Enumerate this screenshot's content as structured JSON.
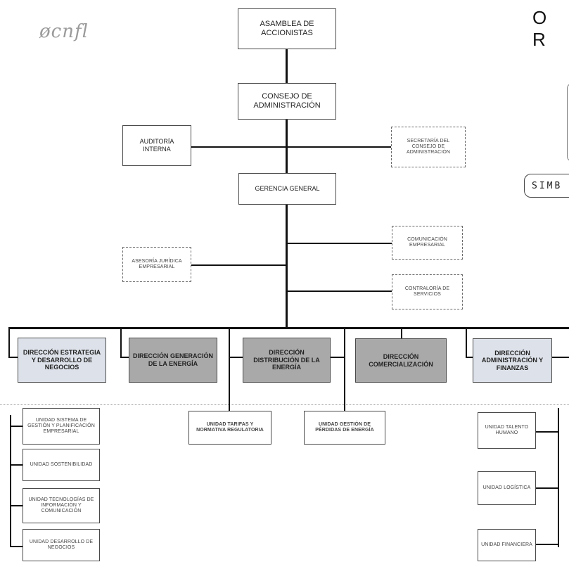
{
  "header": {
    "title_fragment": "O R",
    "logo_text": "øcnfl"
  },
  "legend": {
    "simbology_fragment": "SIMB"
  },
  "top": {
    "asamblea": "ASAMBLEA DE ACCIONISTAS",
    "consejo": "CONSEJO DE ADMINISTRACIÓN",
    "auditoria": "AUDITORÍA INTERNA",
    "secretaria": "SECRETARÍA DEL CONSEJO DE ADMINISTRACIÓN",
    "gerencia": "GERENCIA GENERAL",
    "asesoria": "ASESORÍA JURÍDICA EMPRESARIAL",
    "comunicacion": "COMUNICACIÓN EMPRESARIAL",
    "contraloria": "CONTRALORÍA DE SERVICIOS"
  },
  "directions": [
    "DIRECCIÓN ESTRATEGIA Y DESARROLLO DE NEGOCIOS",
    "DIRECCIÓN GENERACIÓN DE LA ENERGÍA",
    "DIRECCIÓN DISTRIBUCIÓN DE LA ENERGÍA",
    "DIRECCIÓN COMERCIALIZACIÓN",
    "DIRECCIÓN ADMINISTRACIÓN Y FINANZAS"
  ],
  "units_strategy": [
    "UNIDAD SISTEMA DE GESTIÓN Y PLANIFICACIÓN EMPRESARIAL",
    "UNIDAD SOSTENIBILIDAD",
    "UNIDAD TECNOLOGÍAS DE INFORMACIÓN Y COMUNICACIÓN",
    "UNIDAD DESARROLLO DE NEGOCIOS"
  ],
  "unit_tarifas": "UNIDAD TARIFAS Y NORMATIVA REGULATORIA",
  "unit_perdidas": "UNIDAD GESTIÓN DE PÉRDIDAS DE ENERGÍA",
  "units_admin": [
    "UNIDAD TALENTO HUMANO",
    "UNIDAD LOGÍSTICA",
    "UNIDAD FINANCIERA"
  ]
}
